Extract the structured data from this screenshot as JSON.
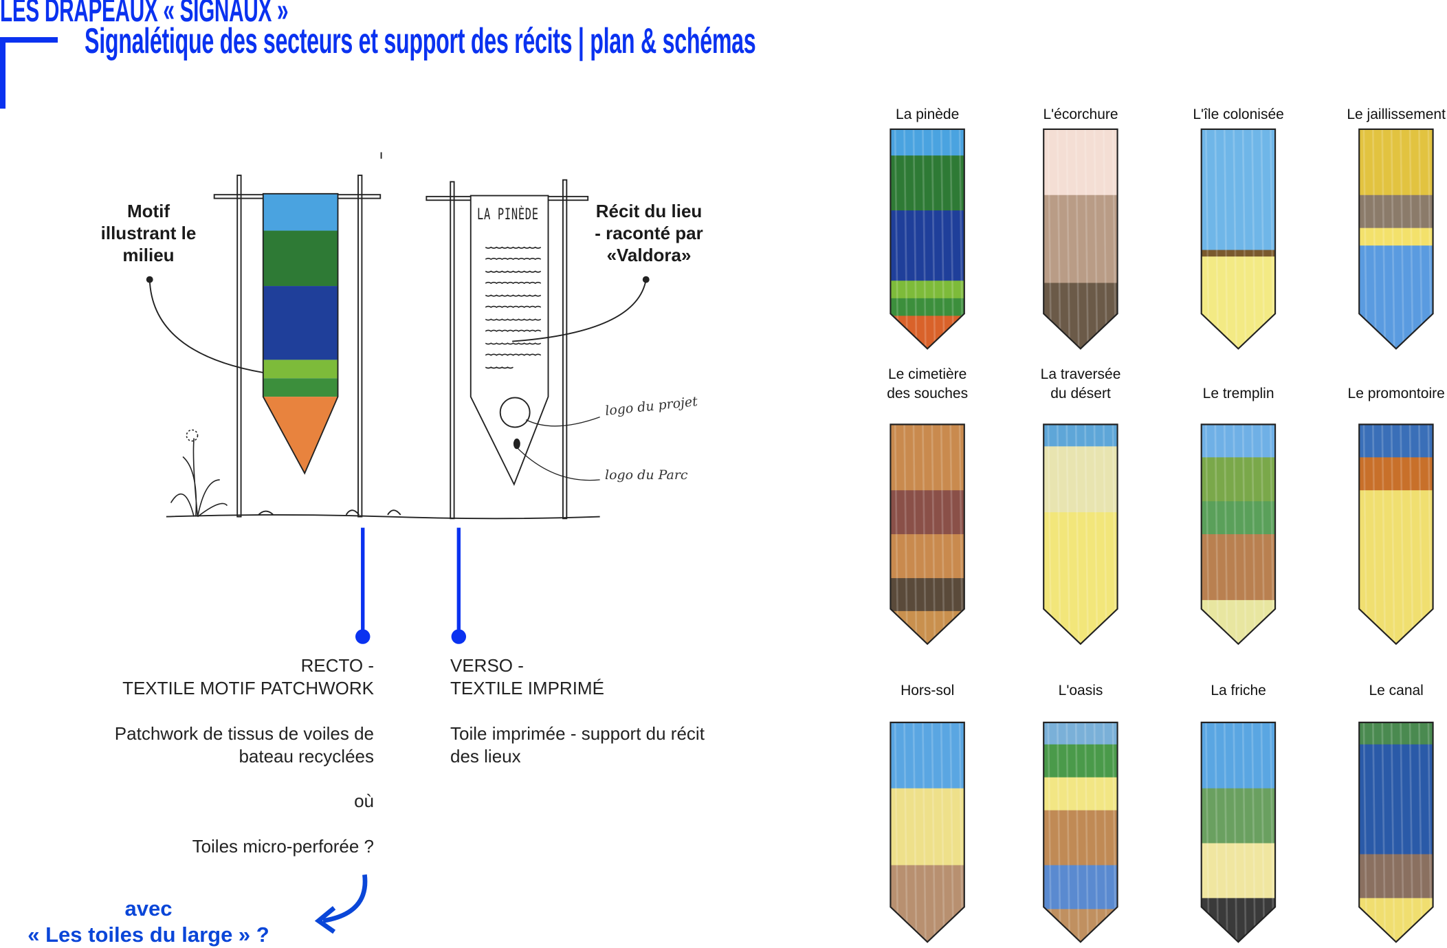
{
  "header": {
    "title": "LES DRAPEAUX « SIGNAUX »",
    "subtitle": "Signalétique des secteurs et support des récits | plan & schémas",
    "accent_color": "#0a32f0"
  },
  "diagram": {
    "callout_left": [
      "Motif",
      "illustrant le",
      "milieu"
    ],
    "callout_right": [
      "Récit du lieu",
      "- raconté par",
      "«Valdora»"
    ],
    "banner_title": "LA PINÈDE",
    "logo_projet": "logo du projet",
    "logo_parc": "logo du Parc"
  },
  "recto": {
    "title": "RECTO -",
    "subtitle": "TEXTILE MOTIF PATCHWORK",
    "desc1": "Patchwork de tissus de voiles de",
    "desc2": "bateau recyclées",
    "or": "où",
    "alt": "Toiles micro-perforée ?"
  },
  "verso": {
    "title": "VERSO -",
    "subtitle": "TEXTILE IMPRIMÉ",
    "desc1": "Toile imprimée - support du récit",
    "desc2": "des lieux"
  },
  "question": {
    "line1": "avec",
    "line2": "« Les toiles du large » ?"
  },
  "flags": [
    {
      "label": [
        "La pinède"
      ],
      "bands": [
        [
          "#4aa3e0",
          0.12
        ],
        [
          "#2e7a35",
          0.25
        ],
        [
          "#1f3f9a",
          0.32
        ],
        [
          "#7dbb3a",
          0.08
        ],
        [
          "#3c8f3c",
          0.08
        ],
        [
          "#d9622a",
          0.15
        ]
      ]
    },
    {
      "label": [
        "L'écorchure"
      ],
      "bands": [
        [
          "#f4ded4",
          0.3
        ],
        [
          "#b99c86",
          0.4
        ],
        [
          "#6b5a48",
          0.3
        ]
      ]
    },
    {
      "label": [
        "L'île colonisée"
      ],
      "bands": [
        [
          "#6fb6e8",
          0.55
        ],
        [
          "#7a5a2d",
          0.03
        ],
        [
          "#f3ea84",
          0.42
        ]
      ]
    },
    {
      "label": [
        "Le jaillissement"
      ],
      "bands": [
        [
          "#e2c340",
          0.3
        ],
        [
          "#8b7b6a",
          0.15
        ],
        [
          "#f3e16b",
          0.08
        ],
        [
          "#5a9be0",
          0.47
        ]
      ]
    },
    {
      "label": [
        "Le cimetière",
        "des souches"
      ],
      "bands": [
        [
          "#c98a4e",
          0.3
        ],
        [
          "#8a5048",
          0.2
        ],
        [
          "#c98a4e",
          0.2
        ],
        [
          "#5a4a3a",
          0.15
        ],
        [
          "#c9904e",
          0.15
        ]
      ]
    },
    {
      "label": [
        "La traversée",
        "du désert"
      ],
      "bands": [
        [
          "#5ea6d8",
          0.1
        ],
        [
          "#e8e4b0",
          0.3
        ],
        [
          "#f2e67a",
          0.6
        ]
      ]
    },
    {
      "label": [
        "Le tremplin"
      ],
      "bands": [
        [
          "#6fb0e6",
          0.15
        ],
        [
          "#7aa84a",
          0.2
        ],
        [
          "#5aa05a",
          0.15
        ],
        [
          "#b98050",
          0.3
        ],
        [
          "#e8e6a0",
          0.2
        ]
      ]
    },
    {
      "label": [
        "Le promontoire"
      ],
      "bands": [
        [
          "#3a6fb8",
          0.15
        ],
        [
          "#c8702a",
          0.15
        ],
        [
          "#f0df70",
          0.7
        ]
      ]
    },
    {
      "label": [
        "Hors-sol"
      ],
      "bands": [
        [
          "#5aa6e2",
          0.3
        ],
        [
          "#eee08a",
          0.35
        ],
        [
          "#b89070",
          0.35
        ]
      ]
    },
    {
      "label": [
        "L'oasis"
      ],
      "bands": [
        [
          "#7ab0d8",
          0.1
        ],
        [
          "#4a9a4a",
          0.15
        ],
        [
          "#f2e684",
          0.15
        ],
        [
          "#c08a55",
          0.25
        ],
        [
          "#5a8ad0",
          0.2
        ],
        [
          "#c09060",
          0.15
        ]
      ]
    },
    {
      "label": [
        "La friche"
      ],
      "bands": [
        [
          "#5aa6e2",
          0.3
        ],
        [
          "#6aa060",
          0.25
        ],
        [
          "#f0e6a0",
          0.25
        ],
        [
          "#3a3a3a",
          0.2
        ]
      ]
    },
    {
      "label": [
        "Le canal"
      ],
      "bands": [
        [
          "#4a8a50",
          0.1
        ],
        [
          "#2a5aa8",
          0.5
        ],
        [
          "#8a7060",
          0.2
        ],
        [
          "#f0de70",
          0.2
        ]
      ]
    }
  ]
}
